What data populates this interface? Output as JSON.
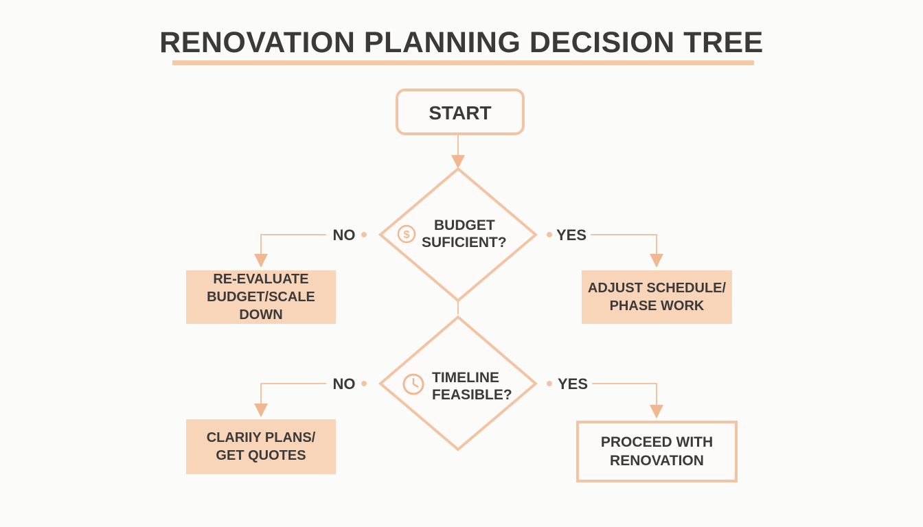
{
  "title": "RENOVATION PLANNING DECISION TREE",
  "colors": {
    "accent": "#f3c4a4",
    "box_fill": "#f8d4b9",
    "text": "#3b3a38",
    "background": "#fbfbfa"
  },
  "nodes": {
    "start": "START",
    "decision_budget": {
      "line1": "BUDGET",
      "line2": "SUFICIENT?",
      "icon": "dollar-icon"
    },
    "decision_timeline": {
      "line1": "TIMELINE",
      "line2": "FEASIBLE?",
      "icon": "clock-icon"
    },
    "budget_no_action": {
      "line1": "RE-EVALUATE",
      "line2": "BUDGET/SCALE DOWN"
    },
    "budget_yes_action": {
      "line1": "ADJUST SCHEDULE/",
      "line2": "PHASE WORK"
    },
    "timeline_no_action": {
      "line1": "CLARIIY PLANS/",
      "line2": "GET QUOTES"
    },
    "timeline_yes_action": {
      "line1": "PROCEED WITH",
      "line2": "RENOVATION"
    }
  },
  "edge_labels": {
    "budget_no": "NO",
    "budget_yes": "YES",
    "timeline_no": "NO",
    "timeline_yes": "YES"
  }
}
